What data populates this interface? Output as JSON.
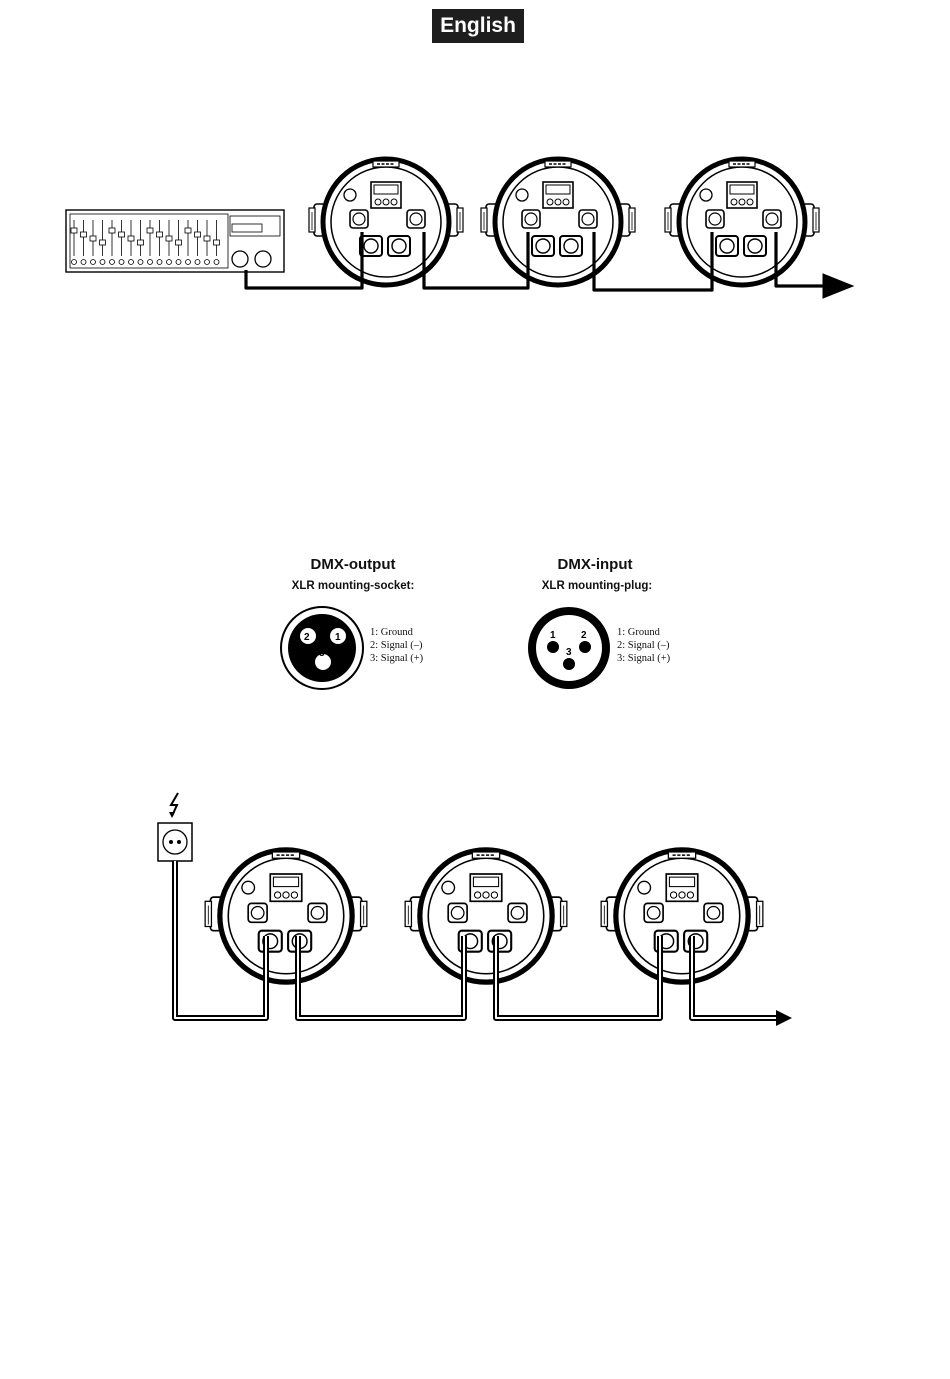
{
  "header": {
    "language_badge": "English"
  },
  "dmx_pinout": {
    "output": {
      "title": "DMX-output",
      "subtitle": "XLR mounting-socket:",
      "pins": [
        "1: Ground",
        "2: Signal (–)",
        "3: Signal (+)"
      ],
      "pin_numbers": [
        "2",
        "1",
        "3"
      ]
    },
    "input": {
      "title": "DMX-input",
      "subtitle": "XLR mounting-plug:",
      "pins": [
        "1: Ground",
        "2: Signal (–)",
        "3: Signal (+)"
      ],
      "pin_numbers": [
        "1",
        "2",
        "3"
      ]
    }
  },
  "icons": {
    "controller": "dmx-controller-icon",
    "fixture": "spotlight-fixture-icon",
    "power": "lightning-icon",
    "outlet": "power-outlet-icon"
  }
}
